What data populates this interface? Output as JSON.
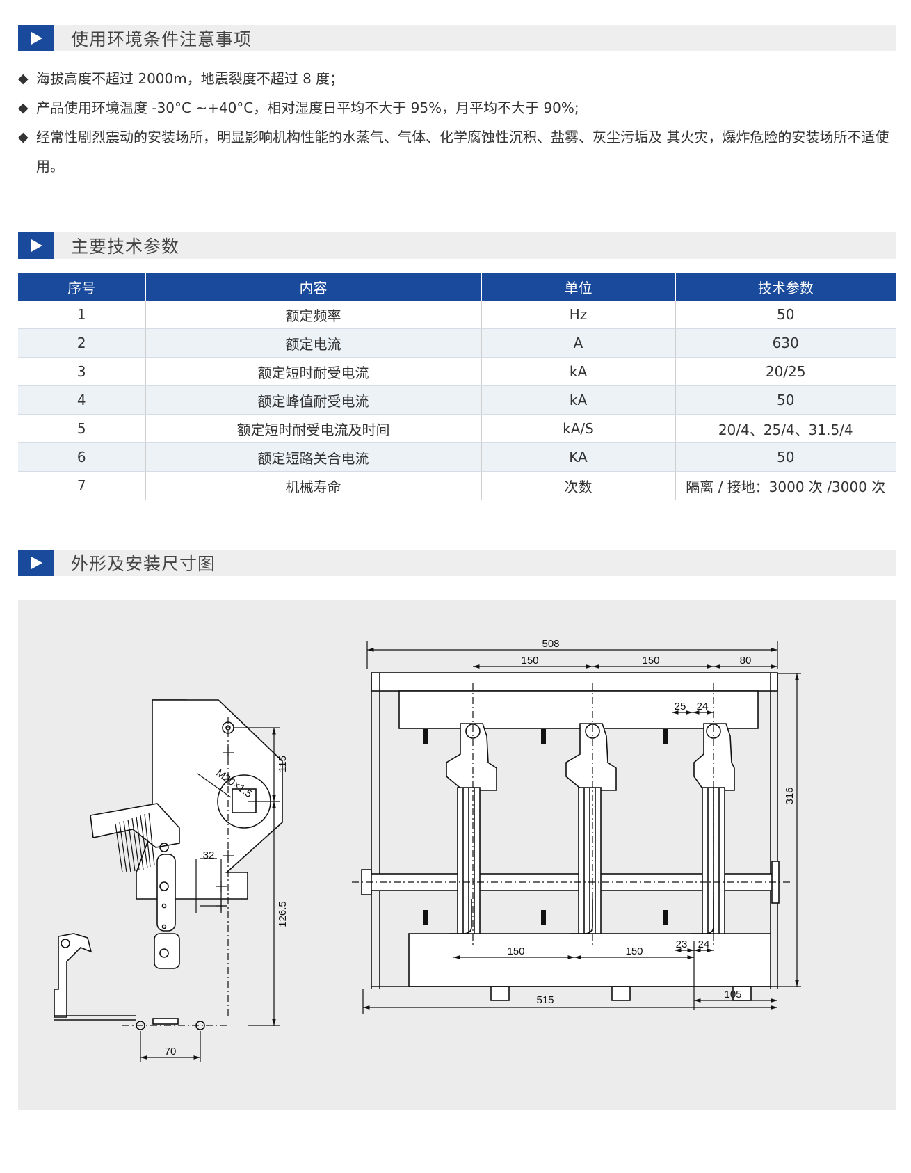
{
  "section1": {
    "title": "使用环境条件注意事项",
    "bullet_symbol": "◆",
    "items": [
      "海拔高度不超过 2000m，地震裂度不超过 8 度；",
      "产品使用环境温度 -30°C ~+40°C，相对湿度日平均不大于 95%，月平均不大于 90%;",
      "经常性剧烈震动的安装场所，明显影响机构性能的水蒸气、气体、化学腐蚀性沉积、盐雾、灰尘污垢及 其火灾，爆炸危险的安装场所不适使用。"
    ]
  },
  "section2": {
    "title": "主要技术参数",
    "headers": [
      "序号",
      "内容",
      "单位",
      "技术参数"
    ],
    "rows": [
      [
        "1",
        "额定频率",
        "Hz",
        "50"
      ],
      [
        "2",
        "额定电流",
        "A",
        "630"
      ],
      [
        "3",
        "额定短时耐受电流",
        "kA",
        "20/25"
      ],
      [
        "4",
        "额定峰值耐受电流",
        "kA",
        "50"
      ],
      [
        "5",
        "额定短时耐受电流及时间",
        "kA/S",
        "20/4、25/4、31.5/4"
      ],
      [
        "6",
        "额定短路关合电流",
        "KA",
        "50"
      ],
      [
        "7",
        "机械寿命",
        "次数",
        "隔离 / 接地：3000 次 /3000 次"
      ]
    ]
  },
  "section3": {
    "title": "外形及安装尺寸图",
    "side_view_dims": {
      "d115": "115",
      "d126": "126.5",
      "d32": "32",
      "d70": "70",
      "m": "M20×1.5"
    },
    "front_view_dims": {
      "d508": "508",
      "d150a": "150",
      "d150b": "150",
      "d80": "80",
      "d25": "25",
      "d24a": "24",
      "d316": "316",
      "d150c": "150",
      "d150d": "150",
      "d23": "23",
      "d24b": "24",
      "d515": "515",
      "d105": "105"
    }
  },
  "colors": {
    "accent": "#1a4a9c",
    "header_bg": "#eeeeee",
    "row_alt": "#edf2f7",
    "panel_bg": "#ececec"
  }
}
